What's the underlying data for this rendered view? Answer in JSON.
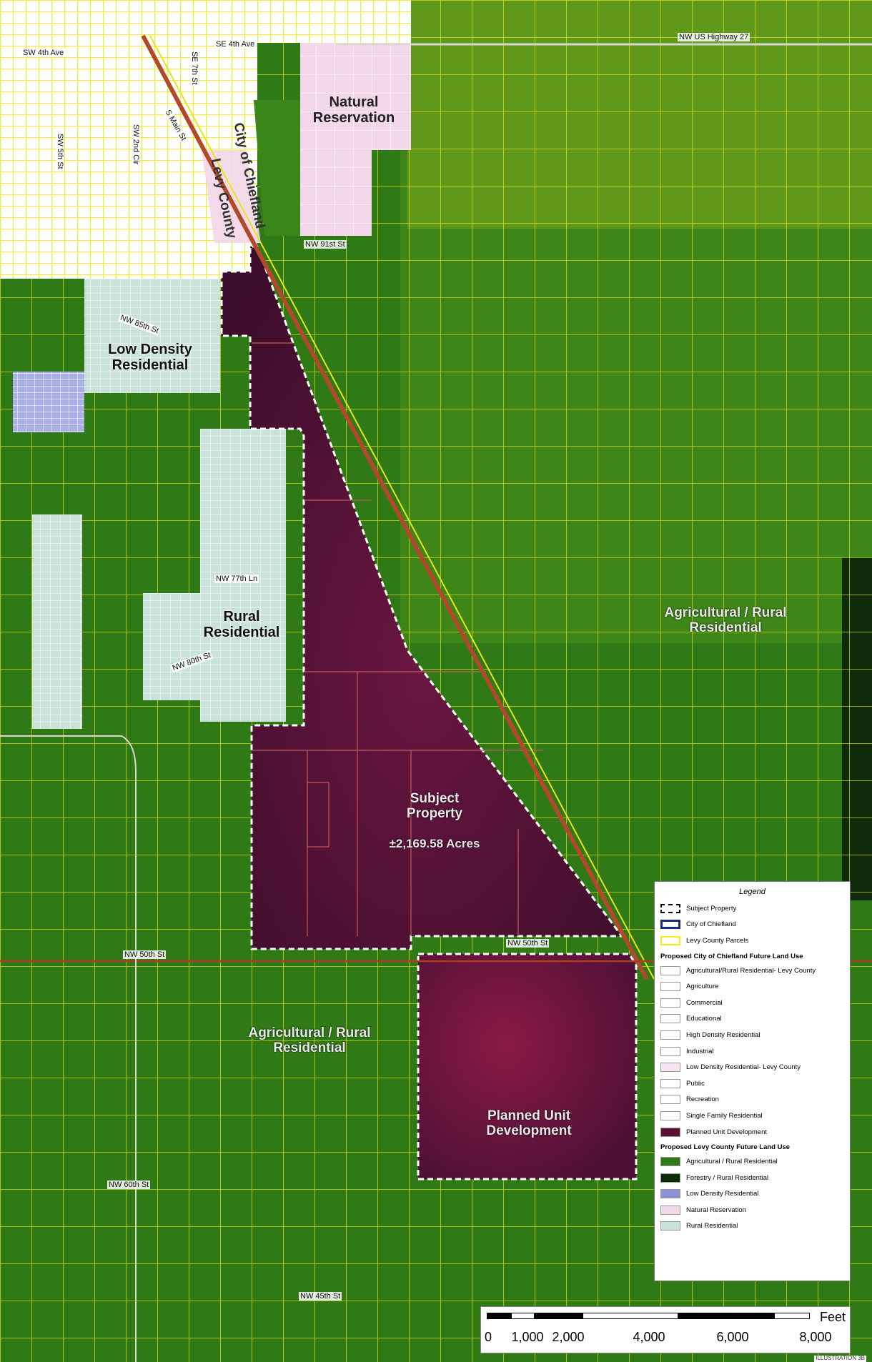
{
  "colors": {
    "agricultural_green": "#2f7a16",
    "city_yellow": "#f4ec12",
    "pud_purple": "#5a1238",
    "natural_reservation_pink": "#f3d7ea",
    "parcel_line": "#e6e51c",
    "low_density_blue": "#8d90d8",
    "rural_residential": "#c9e2da"
  },
  "icons": {
    "subject_property": "dashed-outline-swatch-icon",
    "city_boundary": "blue-outline-swatch-icon",
    "parcels": "yellow-outline-swatch-icon"
  },
  "areas": {
    "natural_reservation": "Natural Reservation",
    "low_density_residential": "Low Density Residential",
    "rural_residential": "Rural Residential",
    "agricultural_rural_residential_east": "Agricultural / Rural Residential",
    "agricultural_rural_residential_south": "Agricultural / Rural Residential",
    "subject_property": "Subject Property",
    "subject_acres": "±2,169.58 Acres",
    "planned_unit_development": "Planned Unit Development"
  },
  "jurisdictions": {
    "levy_county": "Levy County",
    "city_of_chiefland": "City of Chiefland"
  },
  "roads": {
    "sw_4th_ave": "SW 4th Ave",
    "se_4th_ave": "SE 4th Ave",
    "nw_us_highway_27": "NW US Highway 27",
    "sw_5th_st": "SW 5th St",
    "sw_2nd_cir": "SW 2nd Cir",
    "s_main_st": "S Main St",
    "se_7th_st": "SE 7th St",
    "nw_91st_st": "NW 91st St",
    "nw_85th_st": "NW 85th St",
    "nw_77th_ln": "NW 77th Ln",
    "nw_80th_st": "NW 80th St",
    "nw_50th_st": "NW 50th St",
    "nw_60th_st": "NW 60th St",
    "nw_45th_st": "NW 45th St"
  },
  "legend": {
    "title": "Legend",
    "items": [
      {
        "label": "Subject Property"
      },
      {
        "label": "City of Chiefland"
      },
      {
        "label": "Levy County Parcels"
      }
    ],
    "section_city": "Proposed City of Chiefland Future Land Use",
    "city_items": [
      {
        "label": "Agricultural/Rural Residential- Levy County",
        "color": "#ffffff"
      },
      {
        "label": "Agriculture",
        "color": "#ffffff"
      },
      {
        "label": "Commercial",
        "color": "#ffffff"
      },
      {
        "label": "Educational",
        "color": "#ffffff"
      },
      {
        "label": "High Density Residential",
        "color": "#ffffff"
      },
      {
        "label": "Industrial",
        "color": "#ffffff"
      },
      {
        "label": "Low Density Residential- Levy County",
        "color": "#f7e3f1"
      },
      {
        "label": "Public",
        "color": "#ffffff"
      },
      {
        "label": "Recreation",
        "color": "#ffffff"
      },
      {
        "label": "Single Family Residential",
        "color": "#ffffff"
      },
      {
        "label": "Planned Unit Development",
        "color": "#5a1238"
      }
    ],
    "section_county": "Proposed Levy County Future Land Use",
    "county_items": [
      {
        "label": "Agricultural / Rural Residential",
        "color": "#2f7a16"
      },
      {
        "label": "Forestry / Rural Residential",
        "color": "#0f2a0a"
      },
      {
        "label": "Low Density Residential",
        "color": "#8d90d8"
      },
      {
        "label": "Natural Reservation",
        "color": "#f3d7ea"
      },
      {
        "label": "Rural Residential",
        "color": "#c9e2da"
      }
    ]
  },
  "scale": {
    "unit": "Feet",
    "ticks": [
      "0",
      "1,000",
      "2,000",
      "4,000",
      "6,000",
      "8,000"
    ]
  },
  "footer": {
    "illustration": "ILLUSTRATION 3B"
  }
}
